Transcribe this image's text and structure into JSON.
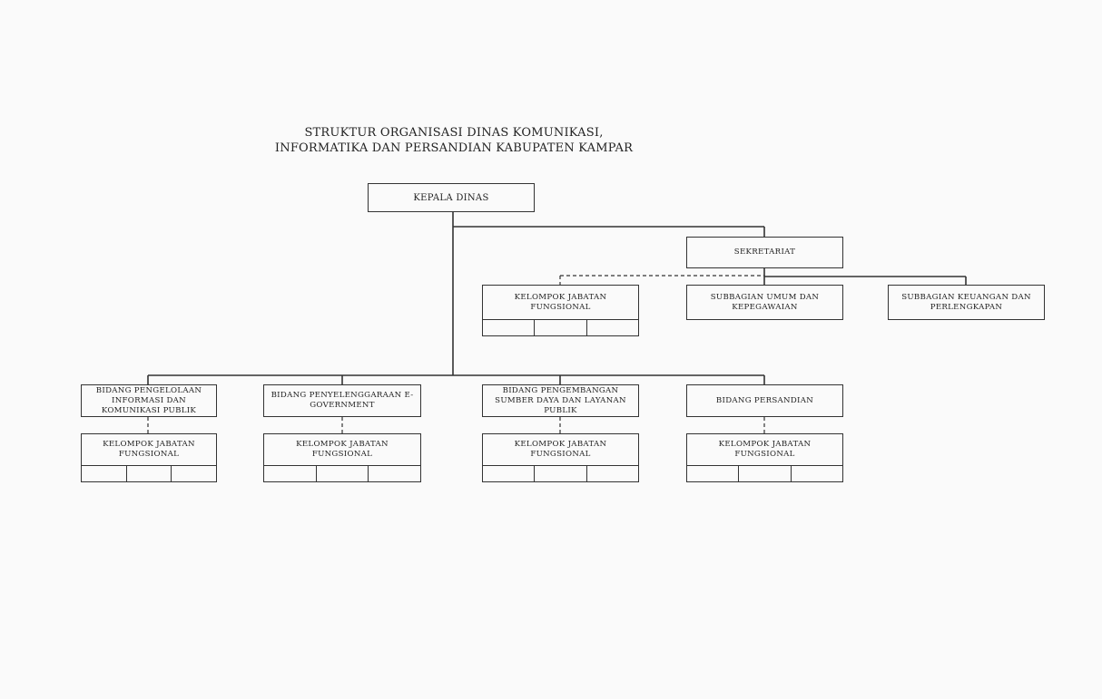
{
  "title": {
    "line1": "STRUKTUR ORGANISASI DINAS KOMUNIKASI,",
    "line2": "INFORMATIKA DAN PERSANDIAN KABUPATEN KAMPAR"
  },
  "kepala_dinas": "KEPALA DINAS",
  "sekretariat": "SEKRETARIAT",
  "kelompok_jabatan_fungsional": "KELOMPOK JABATAN FUNGSIONAL",
  "subbagian": [
    "SUBBAGIAN UMUM DAN KEPEGAWAIAN",
    "SUBBAGIAN KEUANGAN DAN PERLENGKAPAN"
  ],
  "bidang": [
    "BIDANG PENGELOLAAN INFORMASI DAN KOMUNIKASI PUBLIK",
    "BIDANG PENYELENGGARAAN E-GOVERNMENT",
    "BIDANG PENGEMBANGAN SUMBER DAYA DAN LAYANAN PUBLIK",
    "BIDANG PERSANDIAN"
  ]
}
